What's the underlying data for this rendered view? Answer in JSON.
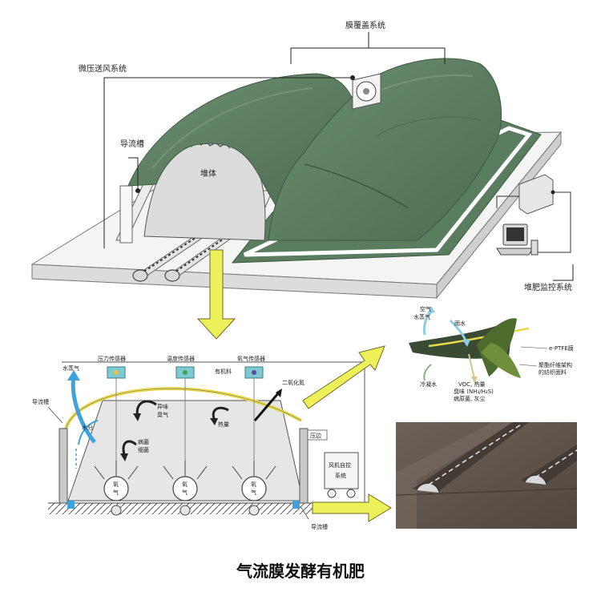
{
  "title": "气流膜发酵有机肥",
  "top_labels": {
    "membrane_cover": "膜覆盖系统",
    "micro_pressure_air": "微压送风系统",
    "diversion_trench": "导流槽",
    "pile": "堆体",
    "monitor_system": "堆肥监控系统"
  },
  "section_labels": {
    "pressure_sensor": "压力传感器",
    "temperature_sensor": "温度传感器",
    "oxygen_sensor": "氧气传感器",
    "water_vapor": "水蒸气",
    "organic_material": "有机料",
    "co2": "二氧化氮",
    "odor": "异味\n臭气",
    "moisture": "水分",
    "heat": "热量",
    "pathogen": "病菌\n细菌",
    "left_trench": "导流槽",
    "pressure_edge": "压边",
    "fan_control": "风机自控\n系统",
    "bottom_trench": "导流槽",
    "oxygen": "氧\n气"
  },
  "membrane_labels": {
    "air_vapor": "空气\n水蒸气",
    "rain": "雨水",
    "eptfe": "e-PTFE膜",
    "fabric": "聚酯纤维架构\n的纺织面料",
    "condensate": "冷凝水",
    "voc": "VOC, 热量\n臭味 (NH₃/H₂S)\n病原菌, 灰尘"
  },
  "colors": {
    "cover_green": "#5e8062",
    "cover_dark": "#4a6a4f",
    "platform": "#f2f2f2",
    "pile_gray": "#dedede",
    "arrow_yellow": "#eef05a",
    "sensor_teal": "#7fc9d1",
    "membrane_yellow": "#e8d84a",
    "arrow_blue": "#3fa2dc",
    "floor_brown": "#5f544c"
  }
}
